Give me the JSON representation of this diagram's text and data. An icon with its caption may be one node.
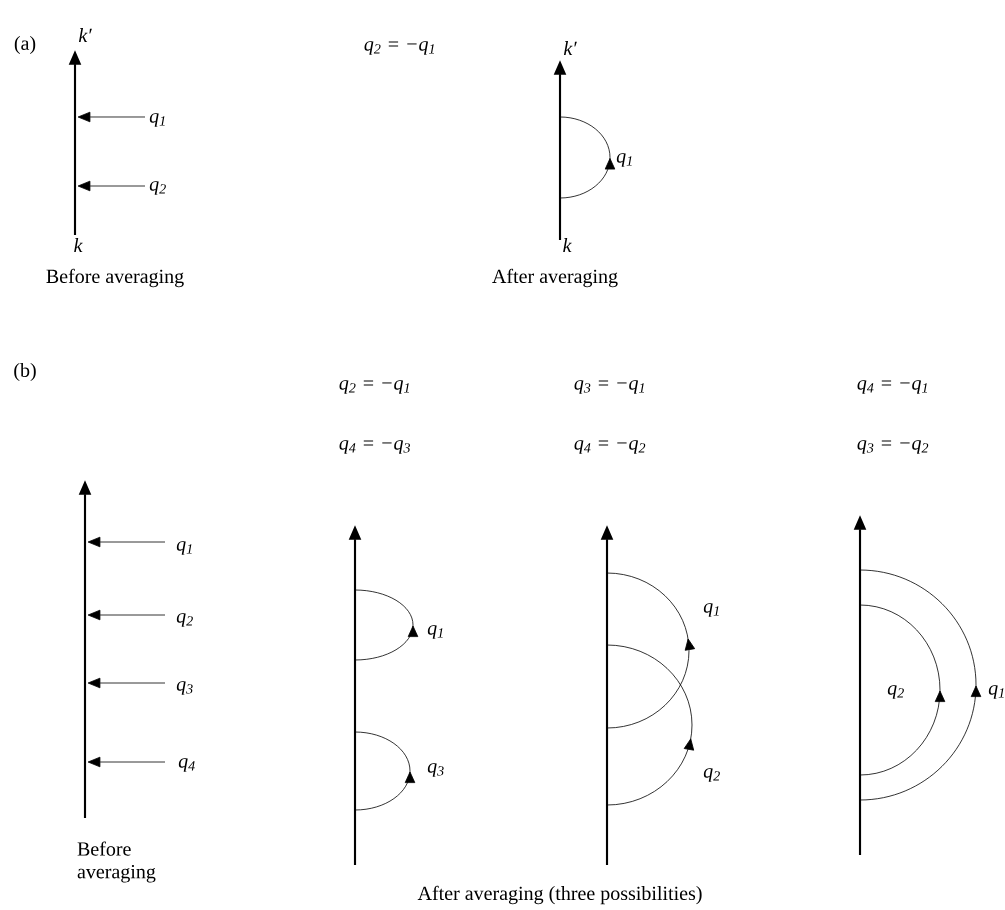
{
  "diagram": {
    "labels": [
      "(a)",
      "k′",
      "q$_{2}$ = −q$_{1}$",
      "k′",
      "q$_{1}$",
      "q$_{2}$",
      "q$_{1}$",
      "k",
      "k",
      "Before averaging",
      "After averaging",
      "(b)",
      "q$_{2}$ = −q$_{1}$",
      "q$_{3}$ = −q$_{1}$",
      "q$_{4}$ = −q$_{1}$",
      "q$_{4}$ = −q$_{3}$",
      "q$_{4}$ = −q$_{2}$",
      "q$_{3}$ = −q$_{2}$",
      "q$_{1}$",
      "q$_{2}$",
      "q$_{3}$",
      "q$_{4}$",
      "q$_{1}$",
      "q$_{3}$",
      "q$_{1}$",
      "q$_{2}$",
      "q$_{2}$",
      "q$_{1}$",
      "Before averaging",
      "After averaging (three possibilities)"
    ]
  }
}
